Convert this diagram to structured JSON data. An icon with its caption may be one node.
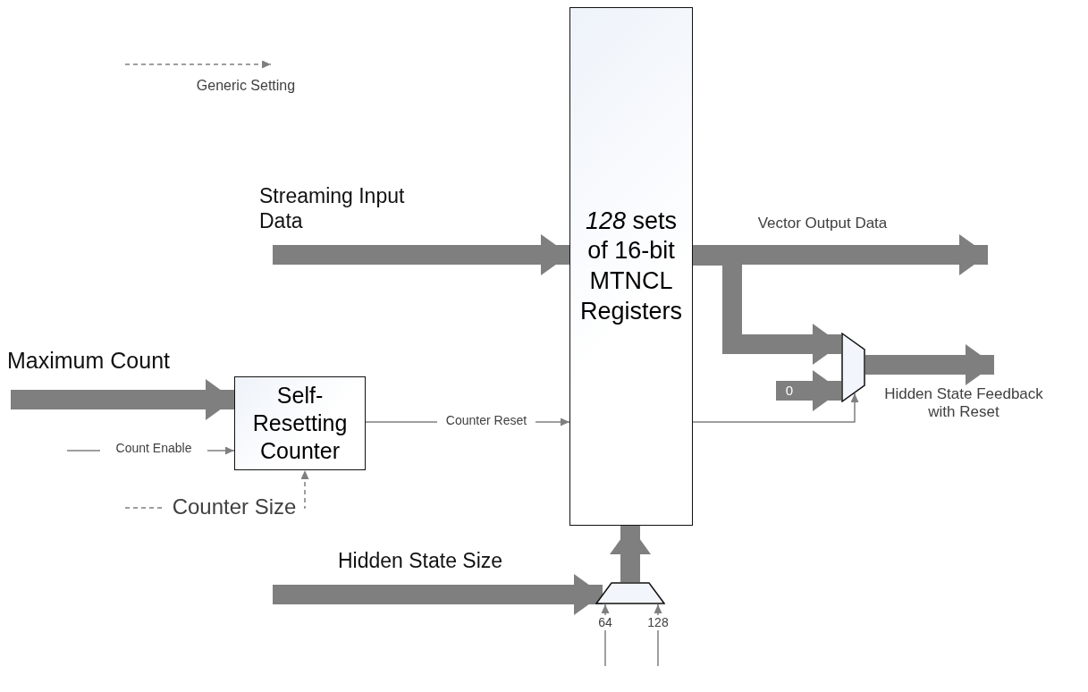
{
  "diagram": {
    "nodes": [
      {
        "text": [
          "*128* sets of 16-bit MTNCL Registers"
        ]
      },
      {
        "text": [
          "Self-Resetting Counter"
        ]
      },
      {
        "text": [],
        "shape": "trapezoid"
      },
      {
        "text": [],
        "shape": "trapezoid"
      }
    ],
    "edges": [
      {
        "from": null,
        "to": 0,
        "arrow": "to",
        "label": "Streaming Input Data"
      },
      {
        "from": 0,
        "to": null,
        "arrow": "to",
        "label": "Vector Output Data"
      },
      {
        "from": 0,
        "to": 2,
        "arrow": "to"
      },
      {
        "from": null,
        "to": 2,
        "arrow": "to",
        "label": "0"
      },
      {
        "from": 2,
        "to": null,
        "arrow": "to",
        "label": "Hidden State Feedback with Reset"
      },
      {
        "from": 0,
        "to": 2,
        "arrow": "to"
      },
      {
        "from": null,
        "to": 1,
        "arrow": "to",
        "label": "Maximum Count"
      },
      {
        "from": null,
        "to": 1,
        "arrow": "to",
        "label": "Count Enable"
      },
      {
        "from": null,
        "to": 1,
        "arrow": "to",
        "label": "Counter Size",
        "style": "dashed"
      },
      {
        "from": 1,
        "to": 0,
        "arrow": "to",
        "label": "Counter Reset"
      },
      {
        "from": null,
        "to": 3,
        "arrow": "to",
        "label": "Hidden State Size"
      },
      {
        "from": 3,
        "to": 0,
        "arrow": "to"
      },
      {
        "from": null,
        "to": 3,
        "arrow": "to",
        "label": "64"
      },
      {
        "from": null,
        "to": 3,
        "arrow": "to",
        "label": "128"
      }
    ],
    "legend": [
      {
        "text": "Generic Setting"
      }
    ]
  }
}
